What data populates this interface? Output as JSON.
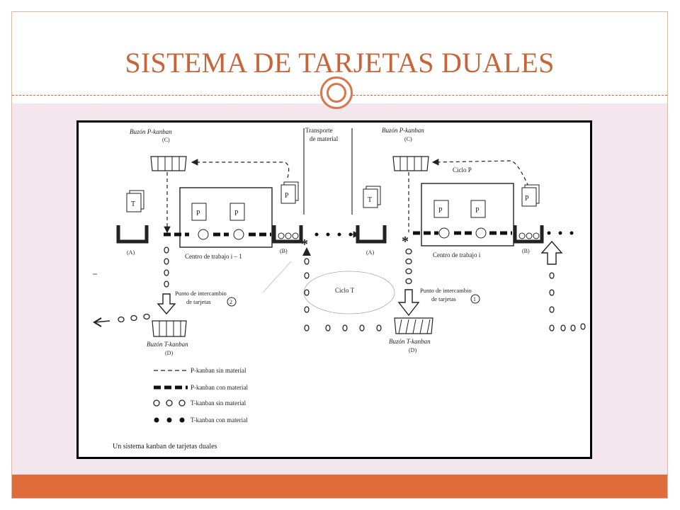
{
  "slide": {
    "title": "SISTEMA DE TARJETAS DUALES",
    "accent_color": "#e06c3a",
    "title_color": "#c8643a",
    "background_color": "#f3e6ec"
  },
  "diagram": {
    "labels": {
      "buzon_p_left": "Buzón P-kanban",
      "buzon_p_left_tag": "(C)",
      "buzon_p_right": "Buzón P-kanban",
      "buzon_p_right_tag": "(C)",
      "transporte_line1": "Transporte",
      "transporte_line2": "de material",
      "ciclo_p": "Ciclo P",
      "ciclo_t": "Ciclo T",
      "centro_left": "Centro de trabajo i – 1",
      "centro_right": "Centro de trabajo i",
      "a_left": "(A)",
      "b_left": "(B)",
      "a_right": "(A)",
      "b_right": "(B)",
      "punto_left_line1": "Punto de intercambio",
      "punto_left_line2": "de tarjetas",
      "punto_left_num": "2",
      "punto_right_line1": "Punto de intercambio",
      "punto_right_line2": "de tarjetas",
      "punto_right_num": "1",
      "buzon_t_left": "Buzón T-kanban",
      "buzon_t_left_tag": "(D)",
      "buzon_t_right": "Buzón T-kanban",
      "buzon_t_right_tag": "(D)",
      "card_t": "T",
      "card_p": "P",
      "caption": "Un sistema kanban de tarjetas duales"
    },
    "legend": [
      {
        "label": "P-kanban sin material",
        "style": "dash"
      },
      {
        "label": "P-kanban con material",
        "style": "thick-dash"
      },
      {
        "label": "T-kanban sin material",
        "style": "open-circles"
      },
      {
        "label": "T-kanban con material",
        "style": "filled-dots"
      }
    ]
  }
}
